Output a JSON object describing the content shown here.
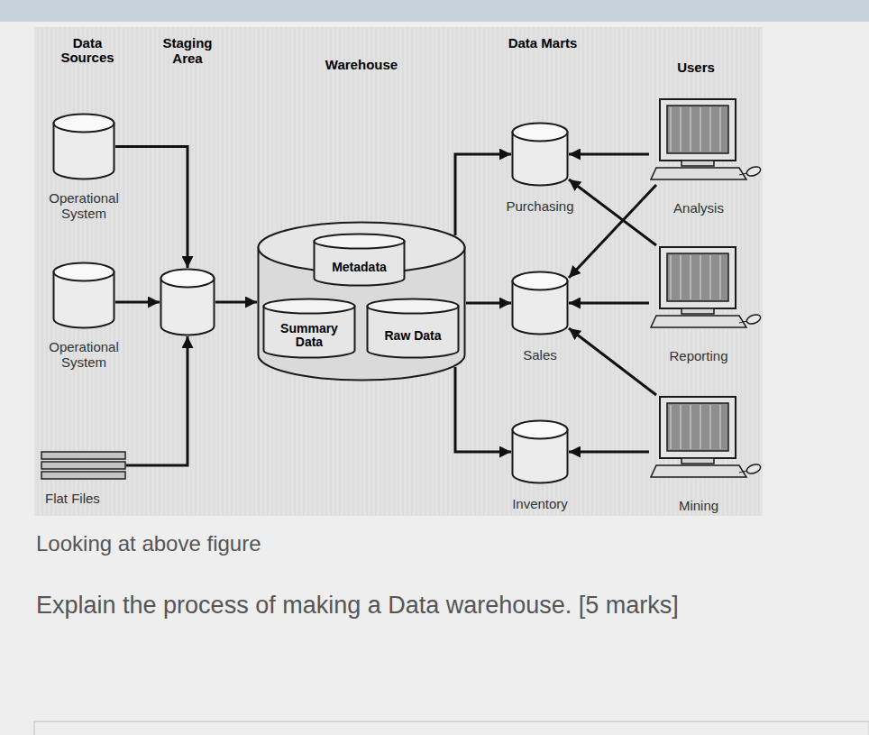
{
  "diagram": {
    "nodes": [
      {
        "text": [
          "Operational System"
        ]
      },
      {
        "text": [
          "Operational System"
        ]
      },
      {
        "text": [
          "Flat Files"
        ]
      },
      {
        "text": [
          "Staging Area"
        ]
      },
      {
        "text": [
          "Warehouse"
        ]
      },
      {
        "text": [
          "Metadata"
        ],
        "in": 4
      },
      {
        "text": [
          "Summary Data"
        ],
        "in": 4
      },
      {
        "text": [
          "Raw Data"
        ],
        "in": 4
      },
      {
        "text": [
          "Purchasing"
        ]
      },
      {
        "text": [
          "Sales"
        ]
      },
      {
        "text": [
          "Inventory"
        ]
      },
      {
        "text": [
          "Analysis"
        ]
      },
      {
        "text": [
          "Reporting"
        ]
      },
      {
        "text": [
          "Mining"
        ]
      }
    ],
    "edges": [
      {
        "from": 0,
        "to": 3,
        "arrow": "to"
      },
      {
        "from": 1,
        "to": 3,
        "arrow": "to"
      },
      {
        "from": 2,
        "to": 3,
        "arrow": "to"
      },
      {
        "from": 3,
        "to": 4,
        "arrow": "to"
      },
      {
        "from": 4,
        "to": 8,
        "arrow": "to"
      },
      {
        "from": 4,
        "to": 9,
        "arrow": "to"
      },
      {
        "from": 4,
        "to": 10,
        "arrow": "to"
      },
      {
        "from": 11,
        "to": 8,
        "arrow": "to"
      },
      {
        "from": 11,
        "to": 9,
        "arrow": "to"
      },
      {
        "from": 12,
        "to": 8,
        "arrow": "to"
      },
      {
        "from": 12,
        "to": 9,
        "arrow": "to"
      },
      {
        "from": 13,
        "to": 9,
        "arrow": "to"
      },
      {
        "from": 13,
        "to": 10,
        "arrow": "to"
      }
    ],
    "labels": [
      "Data Sources",
      "Data Marts",
      "Users",
      "Looking at above figure",
      "Explain the process of making a Data warehouse. [5 marks]"
    ]
  }
}
